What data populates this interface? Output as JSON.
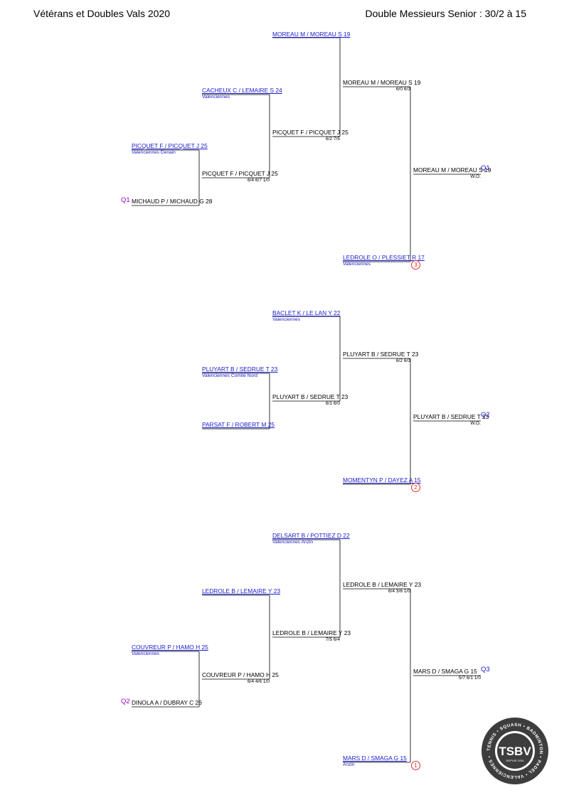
{
  "header": {
    "left": "Vétérans et Doubles Vals 2020",
    "right": "Double Messieurs Senior : 30/2 à 15"
  },
  "brackets": [
    {
      "entries": {
        "e1": {
          "name": "MOREAU M / MOREAU S 19"
        },
        "e2": {
          "name": "CACHEUX C / LEMAIRE S 24",
          "club": "Valenciennes"
        },
        "e3": {
          "name": "PICQUET F / PICQUET J 25",
          "club": "Valenciennes Denain"
        },
        "e4": {
          "name": "MICHAUD P / MICHAUD G 28",
          "tag": "Q1"
        },
        "e5": {
          "name": "LEDROLE O / PLESSIET R 17",
          "club": "Valenciennes",
          "seed": "3"
        }
      },
      "results": {
        "r1": {
          "name": "PICQUET F / PICQUET J 25",
          "score": "6/4 6/7 1/0"
        },
        "r2": {
          "name": "PICQUET F / PICQUET J 25",
          "score": "6/2 7/5"
        },
        "r3": {
          "name": "MOREAU M / MOREAU S 19",
          "score": "6/0 6/3"
        },
        "r4": {
          "name": "MOREAU M / MOREAU S 19",
          "score": "W.O.",
          "out": "Q1"
        }
      }
    },
    {
      "entries": {
        "e1": {
          "name": "BACLET K / LE LAN Y 22",
          "club": "Valenciennes"
        },
        "e2": {
          "name": "PLUYART B / SEDRUE T 23",
          "club": "Valenciennes Comité Nord"
        },
        "e3": {
          "name": "PARSAT F / ROBERT M 25"
        },
        "e4": {
          "name": "MOMENTYN P / DAYEZ A 15",
          "seed": "2"
        }
      },
      "results": {
        "r1": {
          "name": "PLUYART B / SEDRUE T 23",
          "score": "6/1 6/0"
        },
        "r2": {
          "name": "PLUYART B / SEDRUE T 23",
          "score": "6/2 6/3"
        },
        "r3": {
          "name": "PLUYART B / SEDRUE T 23",
          "score": "W.O.",
          "out": "Q2"
        }
      }
    },
    {
      "entries": {
        "e1": {
          "name": "DELSART B / POTTIEZ D 22",
          "club": "Valenciennes Anzin"
        },
        "e2": {
          "name": "LEDROLE B / LEMAIRE Y 23"
        },
        "e3": {
          "name": "COUVREUR P / HAMO H 25",
          "club": "Valenciennes"
        },
        "e4": {
          "name": "DINOLA A / DUBRAY C 26",
          "tag": "Q2"
        },
        "e5": {
          "name": "MARS D / SMAGA G 15",
          "club": "Anzin",
          "seed": "1"
        }
      },
      "results": {
        "r1": {
          "name": "COUVREUR P / HAMO H 25",
          "score": "6/4 4/6 1/0"
        },
        "r2": {
          "name": "LEDROLE B / LEMAIRE Y 23",
          "score": "7/5 6/4"
        },
        "r3": {
          "name": "LEDROLE B / LEMAIRE Y 23",
          "score": "6/4 3/6 1/0"
        },
        "r4": {
          "name": "MARS D / SMAGA G 15",
          "score": "5/7 6/1 1/0",
          "out": "Q3"
        }
      }
    }
  ],
  "logo": {
    "text": "TSBV",
    "ring_text": "TENNIS • SQUASH • BADMINTON • PADEL • VALENCIENNES •",
    "since": "DEPUIS 1934",
    "color": "#3d3d3d"
  }
}
